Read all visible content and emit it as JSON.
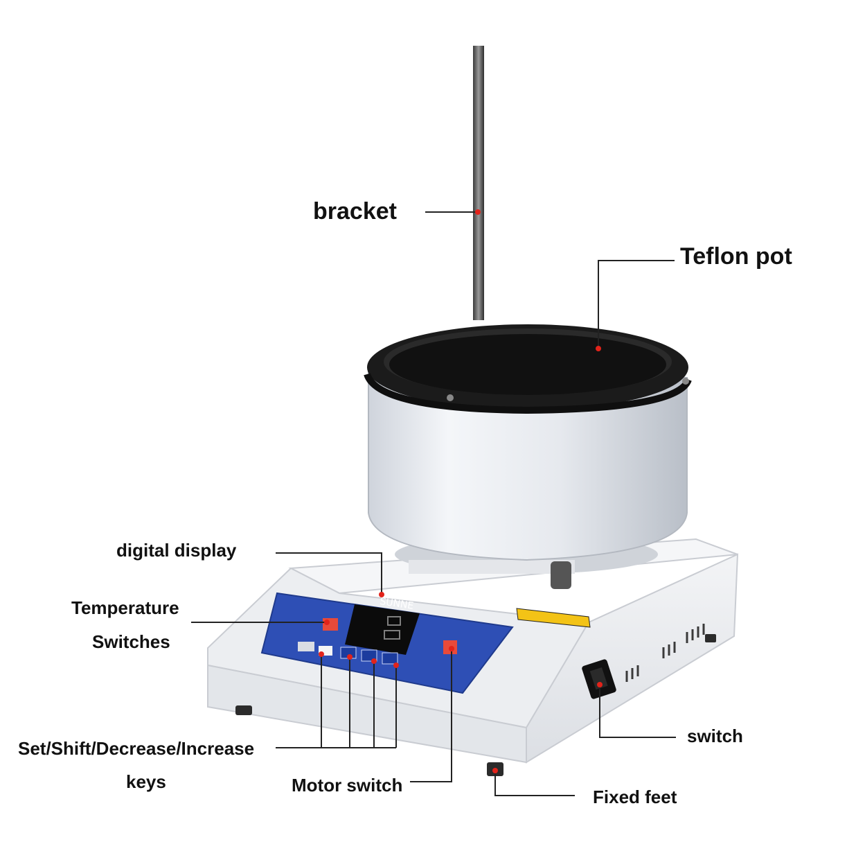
{
  "labels": {
    "bracket": "bracket",
    "teflon_pot": "Teflon pot",
    "digital_display": "digital display",
    "temperature_switches_line1": "Temperature",
    "temperature_switches_line2": "Switches",
    "keys_line1": "Set/Shift/Decrease/Increase",
    "keys_line2": "keys",
    "motor_switch": "Motor switch",
    "switch": "switch",
    "fixed_feet": "Fixed feet"
  },
  "device": {
    "brand": "SUNNE",
    "panel_color": "#2e4fb5",
    "body_color": "#f1f2f5",
    "pot_rim_color": "#1b1b1b",
    "marker_color": "#e2231a"
  }
}
